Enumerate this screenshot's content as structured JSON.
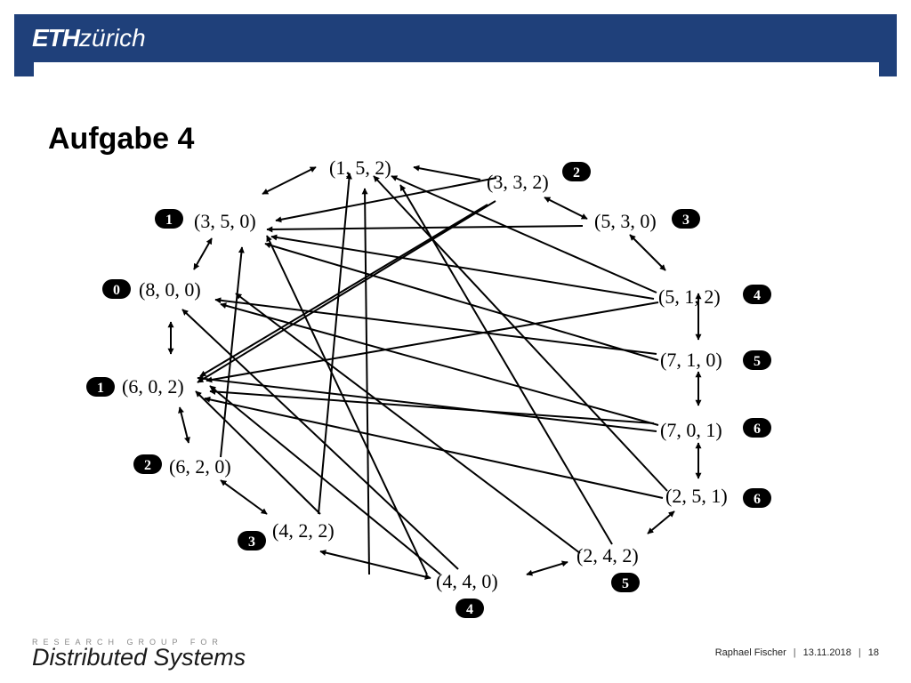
{
  "header": {
    "logo_eth": "ETH",
    "logo_zurich": "zürich"
  },
  "slide": {
    "title": "Aufgabe 4"
  },
  "graph": {
    "nodes": [
      {
        "id": "n152",
        "label": "(1, 5, 2)",
        "badge": ""
      },
      {
        "id": "n332",
        "label": "(3, 3, 2)",
        "badge": "2"
      },
      {
        "id": "n350",
        "label": "(3, 5, 0)",
        "badge": "1"
      },
      {
        "id": "n530",
        "label": "(5, 3, 0)",
        "badge": "3"
      },
      {
        "id": "n800",
        "label": "(8, 0, 0)",
        "badge": "0"
      },
      {
        "id": "n512",
        "label": "(5, 1, 2)",
        "badge": "4"
      },
      {
        "id": "n710",
        "label": "(7, 1, 0)",
        "badge": "5"
      },
      {
        "id": "n602",
        "label": "(6, 0, 2)",
        "badge": "1"
      },
      {
        "id": "n701",
        "label": "(7, 0, 1)",
        "badge": "6"
      },
      {
        "id": "n620",
        "label": "(6, 2, 0)",
        "badge": "2"
      },
      {
        "id": "n251",
        "label": "(2, 5, 1)",
        "badge": "6"
      },
      {
        "id": "n422",
        "label": "(4, 2, 2)",
        "badge": "3"
      },
      {
        "id": "n242",
        "label": "(2, 4, 2)",
        "badge": "5"
      },
      {
        "id": "n440",
        "label": "(4, 4, 0)",
        "badge": "4"
      }
    ]
  },
  "footer": {
    "research": "RESEARCH GROUP FOR",
    "group": "Distributed Systems",
    "author": "Raphael Fischer",
    "date": "13.11.2018",
    "page": "18"
  },
  "colors": {
    "brand": "#1f407a",
    "badge": "#000000"
  }
}
